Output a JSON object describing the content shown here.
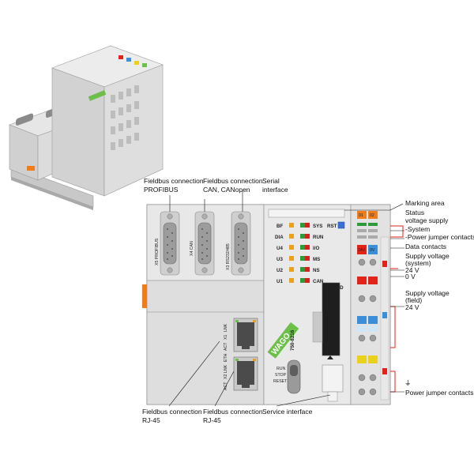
{
  "callouts_top": {
    "profibus": [
      "Fieldbus connection",
      "PROFIBUS"
    ],
    "can": [
      "Fieldbus connection",
      "CAN, CANopen"
    ],
    "serial": [
      "Serial",
      "interface"
    ]
  },
  "callouts_bottom": {
    "rj45_1": [
      "Fieldbus connection",
      "RJ-45"
    ],
    "rj45_2": [
      "Fieldbus connection",
      "RJ-45"
    ],
    "service": "Service interface"
  },
  "callouts_right": {
    "marking": "Marking area",
    "status": [
      "Status",
      "voltage supply",
      "-System",
      "-Power jumper contacts"
    ],
    "data": "Data contacts",
    "supply_sys": [
      "Supply voltage",
      "(system)",
      "24 V",
      "0 V"
    ],
    "supply_field": [
      "Supply voltage",
      "(field)",
      "24 V"
    ],
    "pjc": "Power jumper contacts"
  },
  "port_labels": {
    "x5": "X5 PROFIBUS",
    "x4": "X4 CAN",
    "x3": "X3 RS232/485",
    "x1": "X1",
    "x2": "X2",
    "lnk": "LNK",
    "act": "ACT",
    "eth": "ETH"
  },
  "leds_left": [
    "BF",
    "DIA",
    "U4",
    "U3",
    "U2",
    "U1"
  ],
  "leds_right": [
    "SYS",
    "RUN",
    "I/O",
    "MS",
    "NS",
    "CAN"
  ],
  "led_colors": [
    "#2e9a3a",
    "#d6201c",
    "#e8a21c"
  ],
  "rst_label": "RST",
  "sd_label": "SD",
  "model": "750-8216",
  "brand": "WAGO",
  "switch_label": [
    "RUN",
    "STOP",
    "RESET"
  ],
  "terminal_tags": [
    "01",
    "02"
  ],
  "terminal_24v": "24V",
  "terminal_0v": "0V",
  "ground_symbol": "⏚",
  "colors": {
    "housing": "#d9d9d9",
    "housing_dark": "#b8b8b8",
    "wago_green": "#6cc04a",
    "orange": "#f07d1a",
    "red": "#e2231a",
    "blue": "#3b8fd6",
    "yellow": "#e8d21c"
  }
}
